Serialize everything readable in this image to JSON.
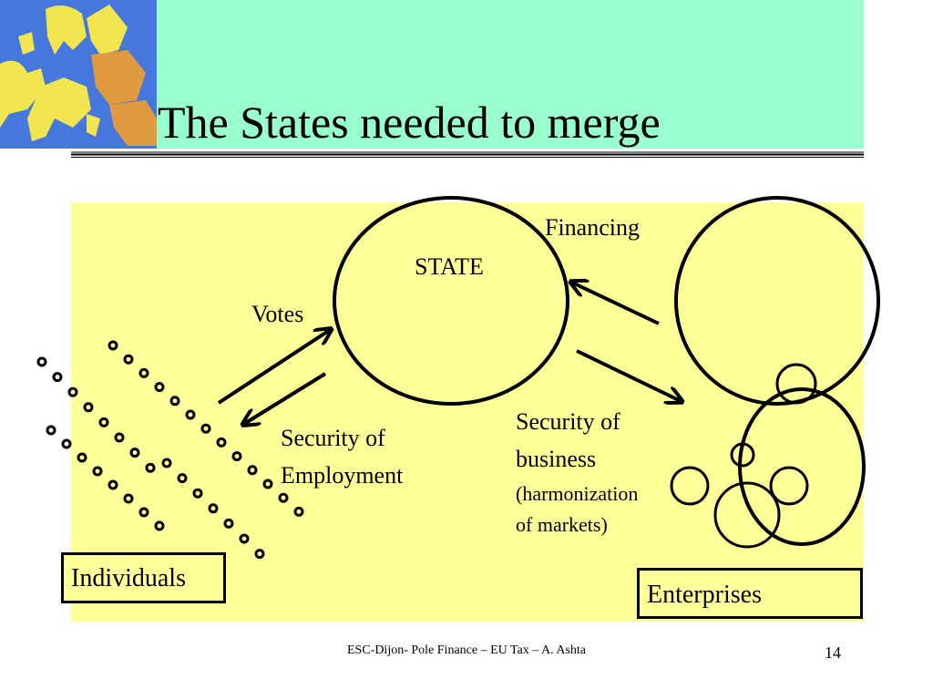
{
  "slide": {
    "title": "The States needed to merge",
    "footer": "ESC-Dijon- Pole Finance – EU Tax – A. Ashta",
    "page_number": "14"
  },
  "diagram": {
    "state_label": "STATE",
    "financing_label": "Financing",
    "votes_label": "Votes",
    "security_employment": [
      "Security of",
      "Employment"
    ],
    "security_business": [
      "Security of",
      "business"
    ],
    "harmonization": [
      "(harmonization",
      "of markets)"
    ],
    "individuals_label": "Individuals",
    "enterprises_label": "Enterprises"
  },
  "colors": {
    "header_bg": "#99ffcc",
    "panel_bg": "#ffff99"
  }
}
